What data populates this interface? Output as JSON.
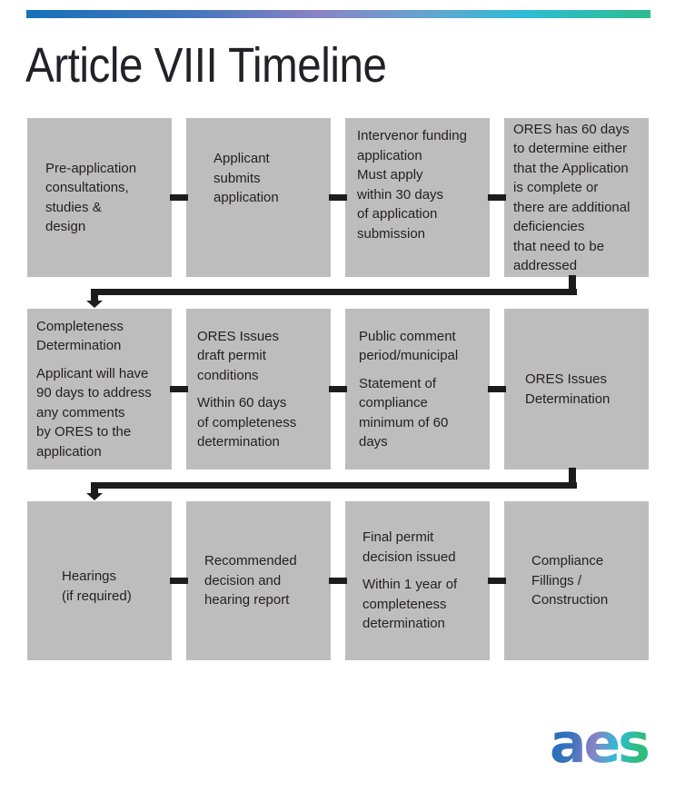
{
  "header": {
    "title": "Article VIII Timeline"
  },
  "footer": {
    "logo_text": "aes"
  },
  "colors": {
    "box_gray": "#BDBDBD",
    "text_dark": "#231F20",
    "connector_black": "#1C1C1C",
    "bar_gradient": [
      "#1471B8",
      "#8A84C5",
      "#2FBCD6",
      "#2DBD8D"
    ]
  },
  "flow": {
    "rows": [
      {
        "boxes": [
          {
            "p1": "Pre-application\nconsultations,\nstudies &\ndesign"
          },
          {
            "p1": "Applicant\nsubmits\napplication"
          },
          {
            "p1": "Intervenor funding\napplication\nMust apply\nwithin 30 days\nof application\nsubmission"
          },
          {
            "p1": "ORES has 60 days\nto determine either\nthat the Application\nis complete or\nthere are additional\ndeficiencies\nthat need to be\naddressed"
          }
        ]
      },
      {
        "boxes": [
          {
            "p1": "Completeness\nDetermination",
            "p2": "Applicant will have\n90 days to address\nany comments\nby ORES to the\napplication"
          },
          {
            "p1": "ORES Issues\ndraft permit\nconditions",
            "p2": "Within 60 days\nof completeness\ndetermination"
          },
          {
            "p1": "Public comment\nperiod/municipal",
            "p2": "Statement of\ncompliance\nminimum of 60\ndays"
          },
          {
            "p1": "ORES Issues\nDetermination"
          }
        ]
      },
      {
        "boxes": [
          {
            "p1": "Hearings\n(if required)"
          },
          {
            "p1": "Recommended\ndecision and\nhearing report"
          },
          {
            "p1": "Final permit\ndecision issued",
            "p2": "Within 1 year of\ncompleteness\ndetermination"
          },
          {
            "p1": "Compliance\nFillings /\nConstruction"
          }
        ]
      }
    ]
  }
}
